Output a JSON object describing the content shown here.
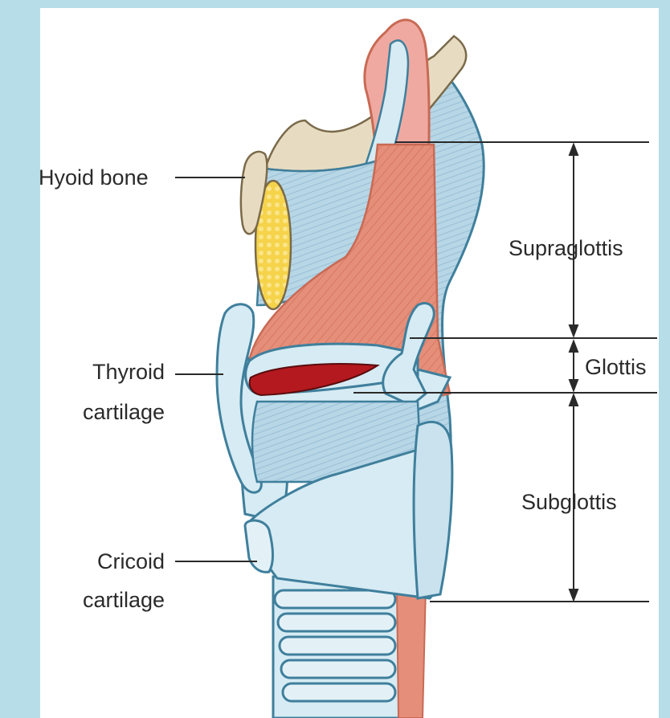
{
  "colors": {
    "background": "#b7dde8",
    "panel": "#ffffff",
    "cartilage": "#d6ebf3",
    "cartilage_outline": "#3f7f9c",
    "muscle": "#e58f7a",
    "epiglottis": "#f0a9a0",
    "hyoid": "#e7dcc2",
    "fat_pad": "#f5d34a",
    "vocal_gap": "#b3191e",
    "leader_line": "#2a2a2a"
  },
  "labels": {
    "hyoid": "Hyoid bone",
    "thyroid_line1": "Thyroid",
    "thyroid_line2": "cartilage",
    "cricoid_line1": "Cricoid",
    "cricoid_line2": "cartilage",
    "supraglottis": "Supraglottis",
    "glottis": "Glottis",
    "subglottis": "Subglottis"
  }
}
